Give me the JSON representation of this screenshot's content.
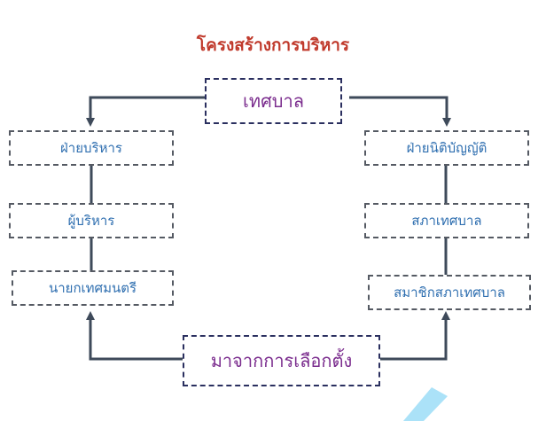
{
  "title": "โครงสร้างการบริหาร",
  "nodes": {
    "municipality": "เทศบาล",
    "elected": "มาจากการเลือกตั้ง",
    "executive_branch": "ฝ่ายบริหาร",
    "executive": "ผู้บริหาร",
    "mayor": "นายกเทศมนตรี",
    "legislative_branch": "ฝ่ายนิติบัญญัติ",
    "council": "สภาเทศบาล",
    "council_member": "สมาชิกสภาเทศบาล"
  },
  "colors": {
    "title": "#c0392b",
    "main_text": "#7b2d8e",
    "side_text": "#2f6fb0",
    "connector": "#3e4a5a",
    "decoration": "#4fc3f7"
  }
}
